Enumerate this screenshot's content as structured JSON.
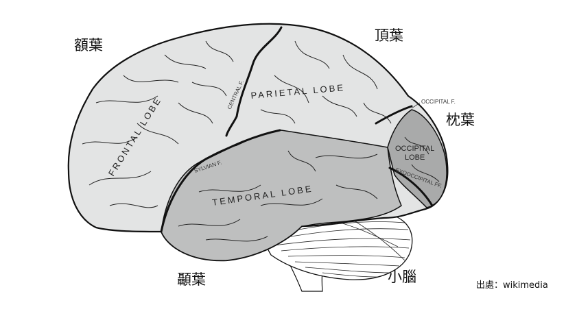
{
  "labels_zh": {
    "frontal": "額葉",
    "parietal": "頂葉",
    "occipital": "枕葉",
    "temporal": "顳葉",
    "cerebellum": "小腦"
  },
  "source": "出處：wikimedia",
  "lobes": {
    "frontal": "FRONTAL LOBE",
    "parietal": "PARIETAL LOBE",
    "temporal": "TEMPORAL LOBE",
    "occipital_1": "OCCIPITAL",
    "occipital_2": "LOBE"
  },
  "fissures": {
    "central": "CENTRAL F.",
    "sylvian": "SYLVIAN F.",
    "occipital": "OCCIPITAL F.",
    "exooccipital": "EXOOCCIPITAL FF."
  },
  "colors": {
    "cerebrum": "#e3e4e4",
    "temporal": "#bebfbf",
    "occipital": "#a9aaaa",
    "outline": "#111111"
  }
}
